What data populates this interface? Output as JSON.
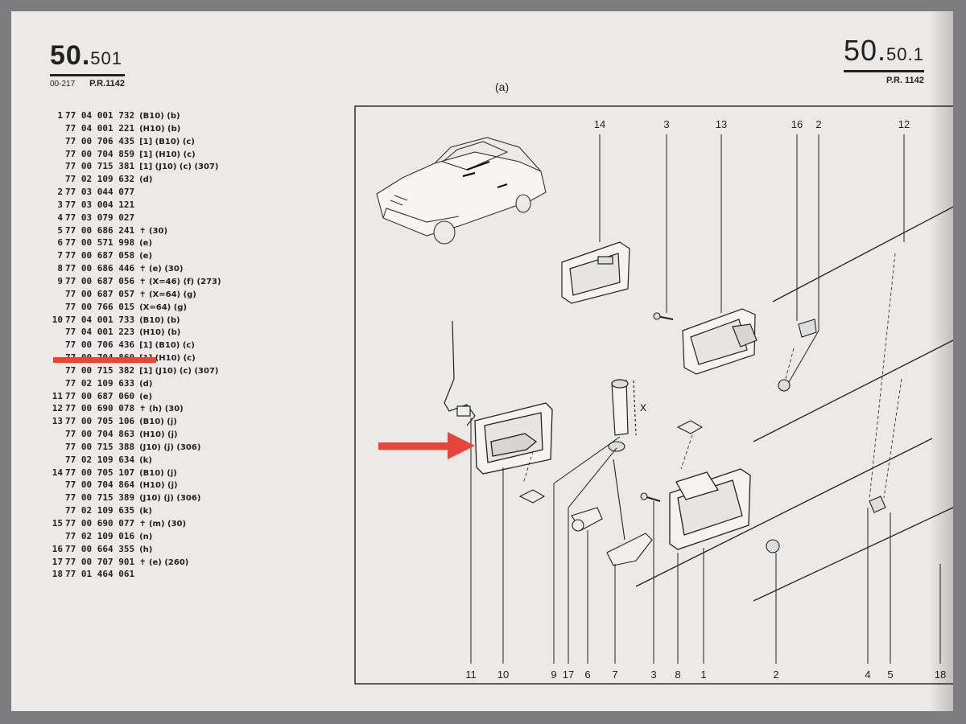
{
  "header": {
    "left_section_main": "50.",
    "left_section_small": "501",
    "left_code": "00-217",
    "left_pr": "P.R.1142",
    "right_section_main": "50.",
    "right_section_small": "50.1",
    "right_pr": "P.R. 1142",
    "figure_label": "(a)"
  },
  "parts": [
    {
      "idx": "1",
      "ref": "77 04 001 732",
      "note": "(B10) (b)"
    },
    {
      "idx": "",
      "ref": "77 04 001 221",
      "note": "(H10) (b)"
    },
    {
      "idx": "",
      "ref": "77 00 706 435",
      "note": "[1] (B10) (c)"
    },
    {
      "idx": "",
      "ref": "77 00 704 859",
      "note": "[1] (H10) (c)"
    },
    {
      "idx": "",
      "ref": "77 00 715 381",
      "note": "[1] (J10) (c) (307)"
    },
    {
      "idx": "",
      "ref": "77 02 109 632",
      "note": "(d)"
    },
    {
      "idx": "2",
      "ref": "77 03 044 077",
      "note": ""
    },
    {
      "idx": "3",
      "ref": "77 03 004 121",
      "note": ""
    },
    {
      "idx": "4",
      "ref": "77 03 079 027",
      "note": ""
    },
    {
      "idx": "5",
      "ref": "77 00 686 241",
      "note": "✝ (30)"
    },
    {
      "idx": "6",
      "ref": "77 00 571 998",
      "note": "(e)"
    },
    {
      "idx": "7",
      "ref": "77 00 687 058",
      "note": "(e)"
    },
    {
      "idx": "8",
      "ref": "77 00 686 446",
      "note": "✝ (e) (30)"
    },
    {
      "idx": "9",
      "ref": "77 00 687 056",
      "note": "✝ (X=46) (f) (273)"
    },
    {
      "idx": "",
      "ref": "77 00 687 057",
      "note": "✝ (X=64) (g)"
    },
    {
      "idx": "",
      "ref": "77 00 766 015",
      "note": "(X=64) (g)"
    },
    {
      "idx": "10",
      "ref": "77 04 001 733",
      "note": "(B10) (b)"
    },
    {
      "idx": "",
      "ref": "77 04 001 223",
      "note": "(H10) (b)"
    },
    {
      "idx": "",
      "ref": "77 00 706 436",
      "note": "[1] (B10) (c)"
    },
    {
      "idx": "",
      "ref": "77 00 704 860",
      "note": "[1] (H10) (c)"
    },
    {
      "idx": "",
      "ref": "77 00 715 382",
      "note": "[1] (J10) (c) (307)"
    },
    {
      "idx": "",
      "ref": "77 02 109 633",
      "note": "(d)"
    },
    {
      "idx": "11",
      "ref": "77 00 687 060",
      "note": "(e)"
    },
    {
      "idx": "12",
      "ref": "77 00 690 078",
      "note": "✝ (h) (30)"
    },
    {
      "idx": "13",
      "ref": "77 00 705 106",
      "note": "(B10) (j)"
    },
    {
      "idx": "",
      "ref": "77 00 704 863",
      "note": "(H10) (j)"
    },
    {
      "idx": "",
      "ref": "77 00 715 388",
      "note": "(J10) (j) (306)"
    },
    {
      "idx": "",
      "ref": "77 02 109 634",
      "note": "(k)"
    },
    {
      "idx": "14",
      "ref": "77 00 705 107",
      "note": "(B10) (j)"
    },
    {
      "idx": "",
      "ref": "77 00 704 864",
      "note": "(H10) (j)"
    },
    {
      "idx": "",
      "ref": "77 00 715 389",
      "note": "(J10) (j) (306)"
    },
    {
      "idx": "",
      "ref": "77 02 109 635",
      "note": "(k)"
    },
    {
      "idx": "15",
      "ref": "77 00 690 077",
      "note": "✝ (m) (30)"
    },
    {
      "idx": "",
      "ref": "77 02 109 016",
      "note": "(n)"
    },
    {
      "idx": "16",
      "ref": "77 00 664 355",
      "note": "(h)"
    },
    {
      "idx": "17",
      "ref": "77 00 707 901",
      "note": "✝ (e) (260)"
    },
    {
      "idx": "18",
      "ref": "77 01 464 061",
      "note": ""
    }
  ],
  "diagram": {
    "top_callouts": [
      "14",
      "3",
      "13",
      "16",
      "2",
      "12"
    ],
    "bottom_callouts": [
      "11",
      "10",
      "9",
      "17",
      "6",
      "7",
      "3",
      "8",
      "1",
      "2",
      "4",
      "5",
      "18"
    ],
    "dimension_label": "X"
  },
  "annotations": {
    "highlight_color": "#e3463a"
  }
}
